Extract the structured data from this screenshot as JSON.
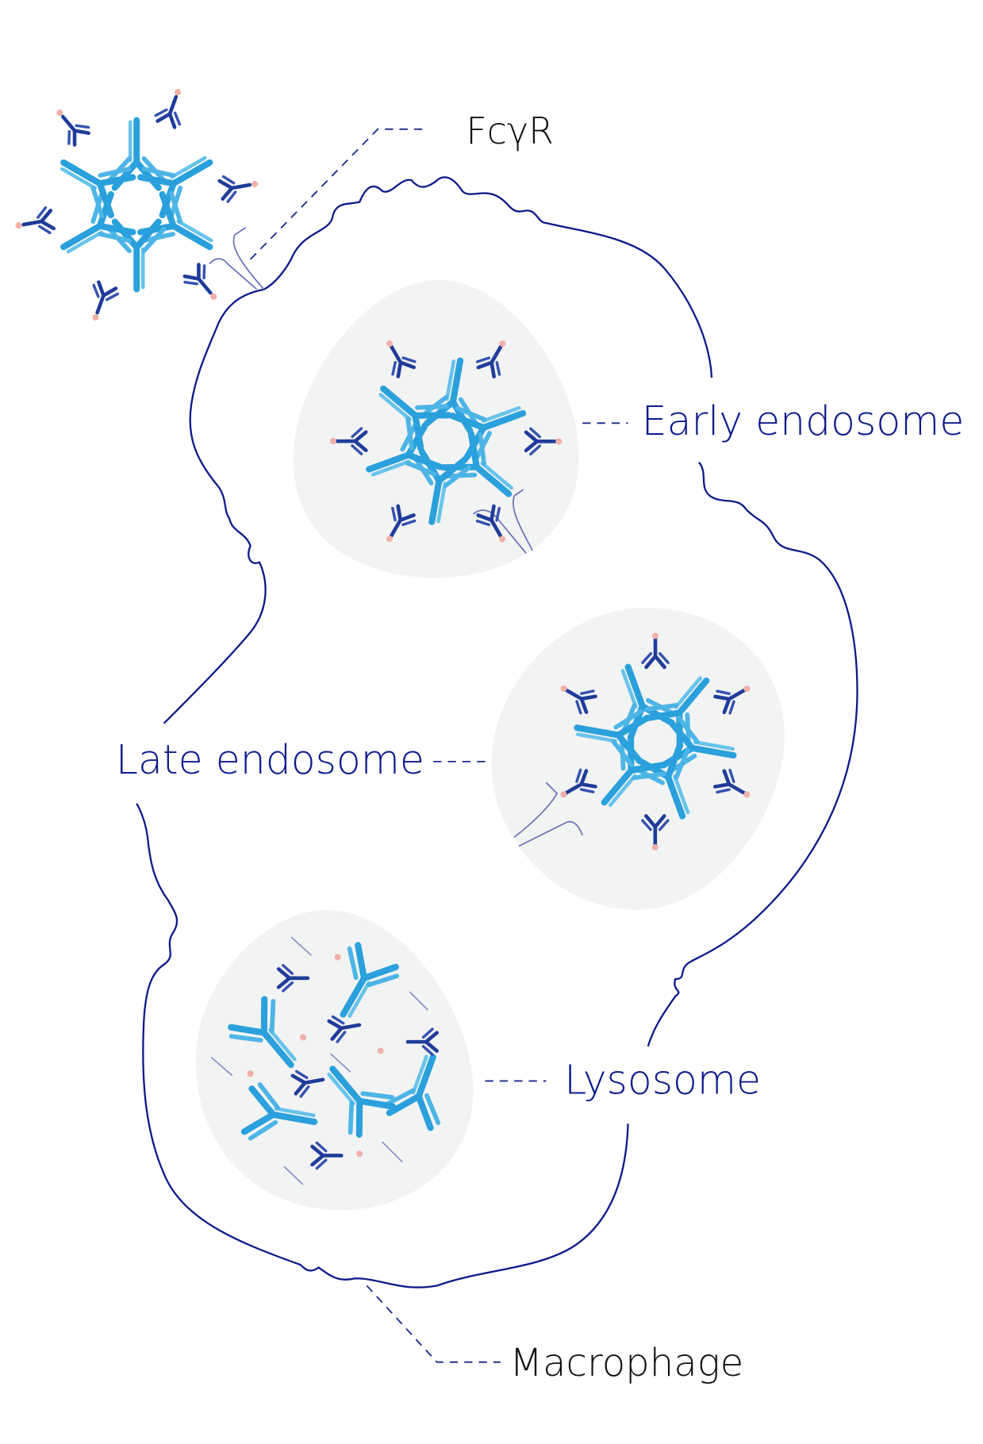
{
  "labels": {
    "receptor": "FcγR",
    "early_endosome": "Early endosome",
    "late_endosome": "Late endosome",
    "lysosome": "Lysosome",
    "macrophage": "Macrophage"
  },
  "colors": {
    "membrane": "#0a1a8a",
    "label_text": "#0b1a8c",
    "antibody_light": "#2aa0dc",
    "antibody_dark": "#1f3c9a",
    "antigen_dot": "#f2b0a8",
    "vesicle_fill": "#f2f3f3"
  }
}
